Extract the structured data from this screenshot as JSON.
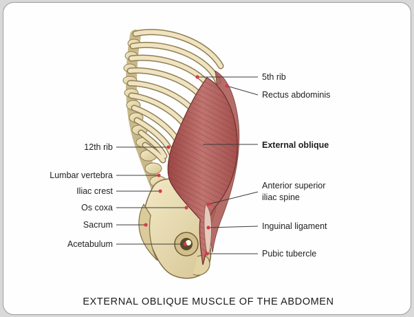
{
  "figure": {
    "caption": "EXTERNAL OBLIQUE MUSCLE OF THE ABDOMEN",
    "colors": {
      "bone": "#ece0b8",
      "bone_shadow": "#b9a77a",
      "muscle": "#b4625e",
      "muscle_dark": "#8d3d3c",
      "marker": "#d8384b",
      "leader_line": "#3a3a3a"
    },
    "labels": {
      "rib5": "5th rib",
      "rectus_abdominis": "Rectus abdominis",
      "external_oblique": "External oblique",
      "rib12": "12th rib",
      "lumbar_vertebra": "Lumbar vertebra",
      "iliac_crest": "Iliac crest",
      "anterior_superior_iliac_spine_line1": "Anterior superior",
      "anterior_superior_iliac_spine_line2": "iliac spine",
      "os_coxa": "Os coxa",
      "sacrum": "Sacrum",
      "inguinal_ligament": "Inguinal ligament",
      "acetabulum": "Acetabulum",
      "pubic_tubercle": "Pubic tubercle"
    }
  }
}
